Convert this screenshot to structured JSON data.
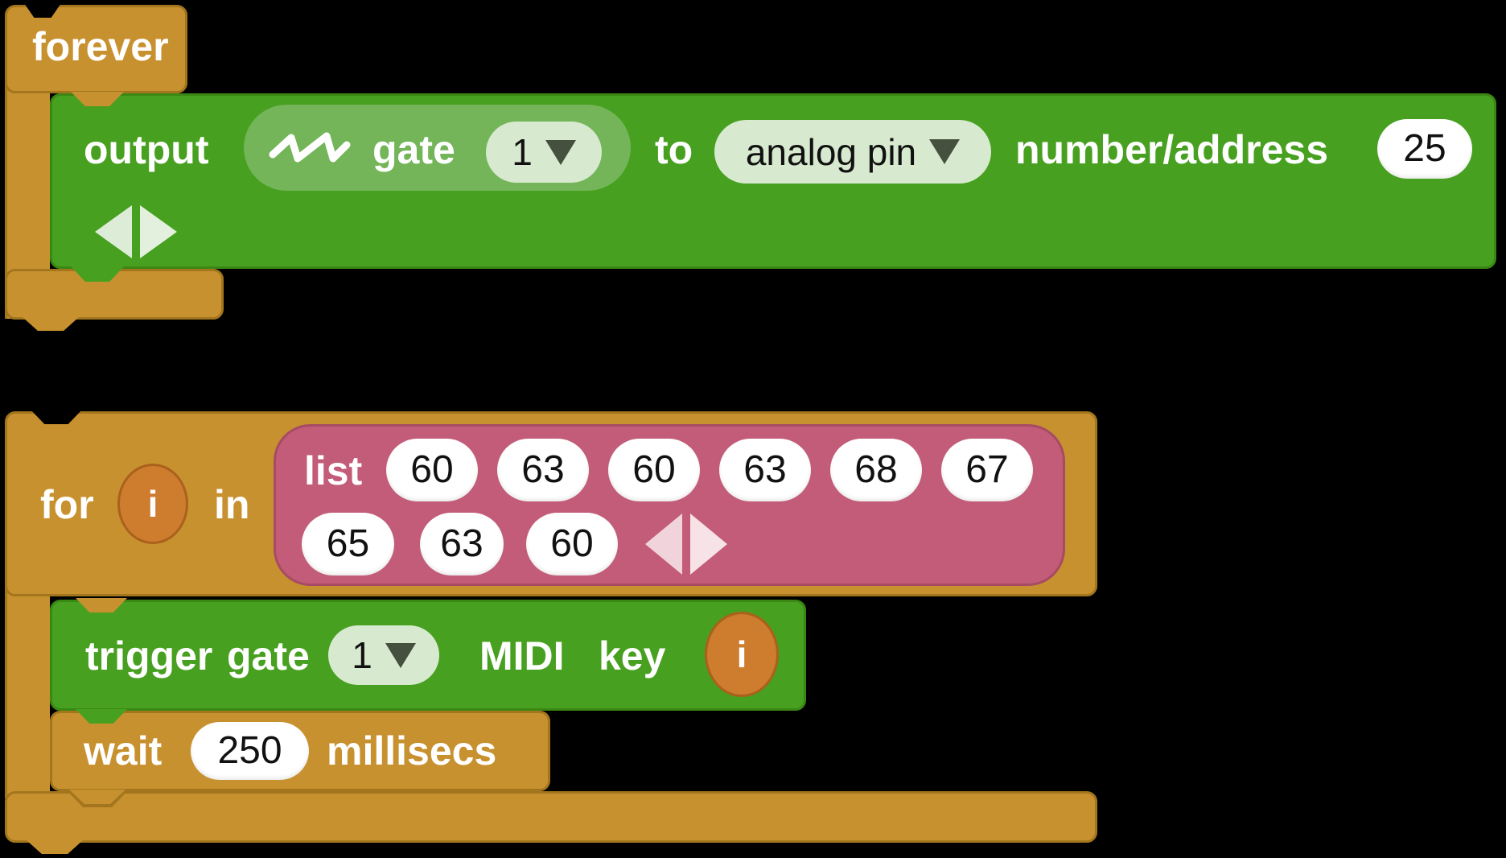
{
  "colors": {
    "block_orange": "#C8912F",
    "block_orange_border": "#A3761D",
    "block_green": "#47A01F",
    "block_green_border": "#3A8814",
    "wave_slot_green": "#73B558",
    "dropdown_fill": "#D7EACF",
    "dropdown_arrow": "#45503E",
    "list_pink": "#C25C78",
    "list_pink_border": "#A74B64",
    "variable_orange": "#CE7C2D",
    "variable_orange_border": "#AA611C",
    "input_white": "#FFFFFF",
    "text_white": "#FFFFFF",
    "text_black": "#111111",
    "canvas_black": "#000000"
  },
  "forever_block": {
    "label": "forever"
  },
  "output_block": {
    "label_output": "output",
    "wave_icon": "sawtooth-wave-icon",
    "label_gate": "gate",
    "gate_select": "1",
    "label_to": "to",
    "target_select": "analog pin",
    "label_number_address": "number/address",
    "address_value": "25"
  },
  "for_block": {
    "label_for": "for",
    "loop_variable": "i",
    "label_in": "in"
  },
  "list_block": {
    "label": "list",
    "row1": [
      "60",
      "63",
      "60",
      "63",
      "68",
      "67"
    ],
    "row2": [
      "65",
      "63",
      "60"
    ]
  },
  "trigger_block": {
    "label_trigger": "trigger",
    "label_gate": "gate",
    "gate_select": "1",
    "label_midi": "MIDI",
    "label_key": "key",
    "key_variable": "i"
  },
  "wait_block": {
    "label_wait": "wait",
    "duration_value": "250",
    "label_millisecs": "millisecs"
  }
}
